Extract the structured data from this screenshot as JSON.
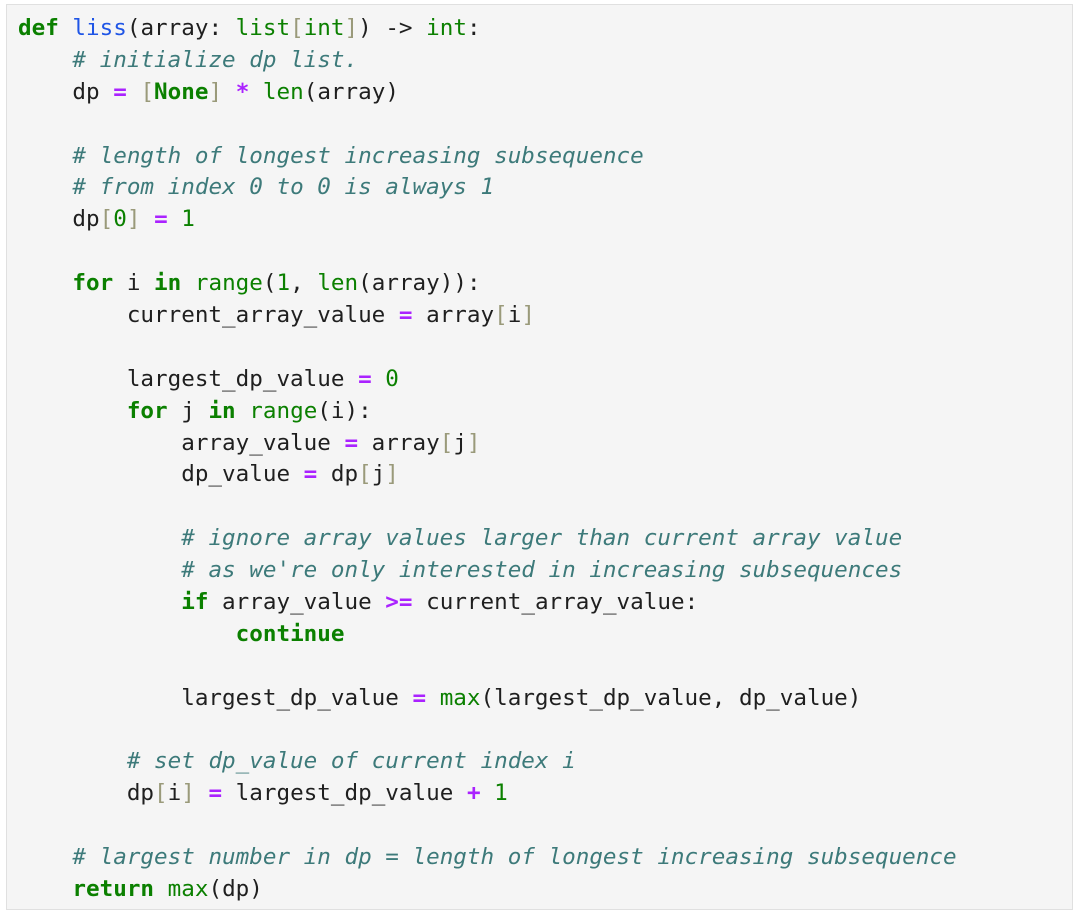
{
  "language": "python",
  "colors": {
    "background": "#f5f5f5",
    "keyword": "#0b8000",
    "builtin": "#0b8000",
    "function_name": "#1f55e6",
    "operator": "#aa22ff",
    "number": "#0b8000",
    "bracket": "#9a9a7a",
    "comment": "#3d7a7a",
    "text": "#1f1f1f"
  },
  "code_lines": [
    [
      {
        "t": "def",
        "c": "kw"
      },
      {
        "t": " "
      },
      {
        "t": "liss",
        "c": "fn"
      },
      {
        "t": "(array: "
      },
      {
        "t": "list",
        "c": "bi"
      },
      {
        "t": "[",
        "c": "br"
      },
      {
        "t": "int",
        "c": "bi"
      },
      {
        "t": "]",
        "c": "br"
      },
      {
        "t": ") -> "
      },
      {
        "t": "int",
        "c": "bi"
      },
      {
        "t": ":"
      }
    ],
    [
      {
        "t": "    "
      },
      {
        "t": "# initialize dp list.",
        "c": "cm"
      }
    ],
    [
      {
        "t": "    dp "
      },
      {
        "t": "=",
        "c": "op"
      },
      {
        "t": " "
      },
      {
        "t": "[",
        "c": "br"
      },
      {
        "t": "None",
        "c": "kw"
      },
      {
        "t": "]",
        "c": "br"
      },
      {
        "t": " "
      },
      {
        "t": "*",
        "c": "op"
      },
      {
        "t": " "
      },
      {
        "t": "len",
        "c": "bi"
      },
      {
        "t": "(array)"
      }
    ],
    [],
    [
      {
        "t": "    "
      },
      {
        "t": "# length of longest increasing subsequence",
        "c": "cm"
      }
    ],
    [
      {
        "t": "    "
      },
      {
        "t": "# from index 0 to 0 is always 1",
        "c": "cm"
      }
    ],
    [
      {
        "t": "    dp"
      },
      {
        "t": "[",
        "c": "br"
      },
      {
        "t": "0",
        "c": "num"
      },
      {
        "t": "]",
        "c": "br"
      },
      {
        "t": " "
      },
      {
        "t": "=",
        "c": "op"
      },
      {
        "t": " "
      },
      {
        "t": "1",
        "c": "num"
      }
    ],
    [],
    [
      {
        "t": "    "
      },
      {
        "t": "for",
        "c": "kw"
      },
      {
        "t": " i "
      },
      {
        "t": "in",
        "c": "kw"
      },
      {
        "t": " "
      },
      {
        "t": "range",
        "c": "bi"
      },
      {
        "t": "("
      },
      {
        "t": "1",
        "c": "num"
      },
      {
        "t": ", "
      },
      {
        "t": "len",
        "c": "bi"
      },
      {
        "t": "(array)):"
      }
    ],
    [
      {
        "t": "        current_array_value "
      },
      {
        "t": "=",
        "c": "op"
      },
      {
        "t": " array"
      },
      {
        "t": "[",
        "c": "br"
      },
      {
        "t": "i"
      },
      {
        "t": "]",
        "c": "br"
      }
    ],
    [],
    [
      {
        "t": "        largest_dp_value "
      },
      {
        "t": "=",
        "c": "op"
      },
      {
        "t": " "
      },
      {
        "t": "0",
        "c": "num"
      }
    ],
    [
      {
        "t": "        "
      },
      {
        "t": "for",
        "c": "kw"
      },
      {
        "t": " j "
      },
      {
        "t": "in",
        "c": "kw"
      },
      {
        "t": " "
      },
      {
        "t": "range",
        "c": "bi"
      },
      {
        "t": "(i):"
      }
    ],
    [
      {
        "t": "            array_value "
      },
      {
        "t": "=",
        "c": "op"
      },
      {
        "t": " array"
      },
      {
        "t": "[",
        "c": "br"
      },
      {
        "t": "j"
      },
      {
        "t": "]",
        "c": "br"
      }
    ],
    [
      {
        "t": "            dp_value "
      },
      {
        "t": "=",
        "c": "op"
      },
      {
        "t": " dp"
      },
      {
        "t": "[",
        "c": "br"
      },
      {
        "t": "j"
      },
      {
        "t": "]",
        "c": "br"
      }
    ],
    [],
    [
      {
        "t": "            "
      },
      {
        "t": "# ignore array values larger than current array value",
        "c": "cm"
      }
    ],
    [
      {
        "t": "            "
      },
      {
        "t": "# as we're only interested in increasing subsequences",
        "c": "cm"
      }
    ],
    [
      {
        "t": "            "
      },
      {
        "t": "if",
        "c": "kw"
      },
      {
        "t": " array_value "
      },
      {
        "t": ">=",
        "c": "op"
      },
      {
        "t": " current_array_value:"
      }
    ],
    [
      {
        "t": "                "
      },
      {
        "t": "continue",
        "c": "kw"
      }
    ],
    [],
    [
      {
        "t": "            largest_dp_value "
      },
      {
        "t": "=",
        "c": "op"
      },
      {
        "t": " "
      },
      {
        "t": "max",
        "c": "bi"
      },
      {
        "t": "(largest_dp_value, dp_value)"
      }
    ],
    [],
    [
      {
        "t": "        "
      },
      {
        "t": "# set dp_value of current index i",
        "c": "cm"
      }
    ],
    [
      {
        "t": "        dp"
      },
      {
        "t": "[",
        "c": "br"
      },
      {
        "t": "i"
      },
      {
        "t": "]",
        "c": "br"
      },
      {
        "t": " "
      },
      {
        "t": "=",
        "c": "op"
      },
      {
        "t": " largest_dp_value "
      },
      {
        "t": "+",
        "c": "op"
      },
      {
        "t": " "
      },
      {
        "t": "1",
        "c": "num"
      }
    ],
    [],
    [
      {
        "t": "    "
      },
      {
        "t": "# largest number in dp = length of longest increasing subsequence",
        "c": "cm"
      }
    ],
    [
      {
        "t": "    "
      },
      {
        "t": "return",
        "c": "kw"
      },
      {
        "t": " "
      },
      {
        "t": "max",
        "c": "bi"
      },
      {
        "t": "(dp)"
      }
    ]
  ]
}
